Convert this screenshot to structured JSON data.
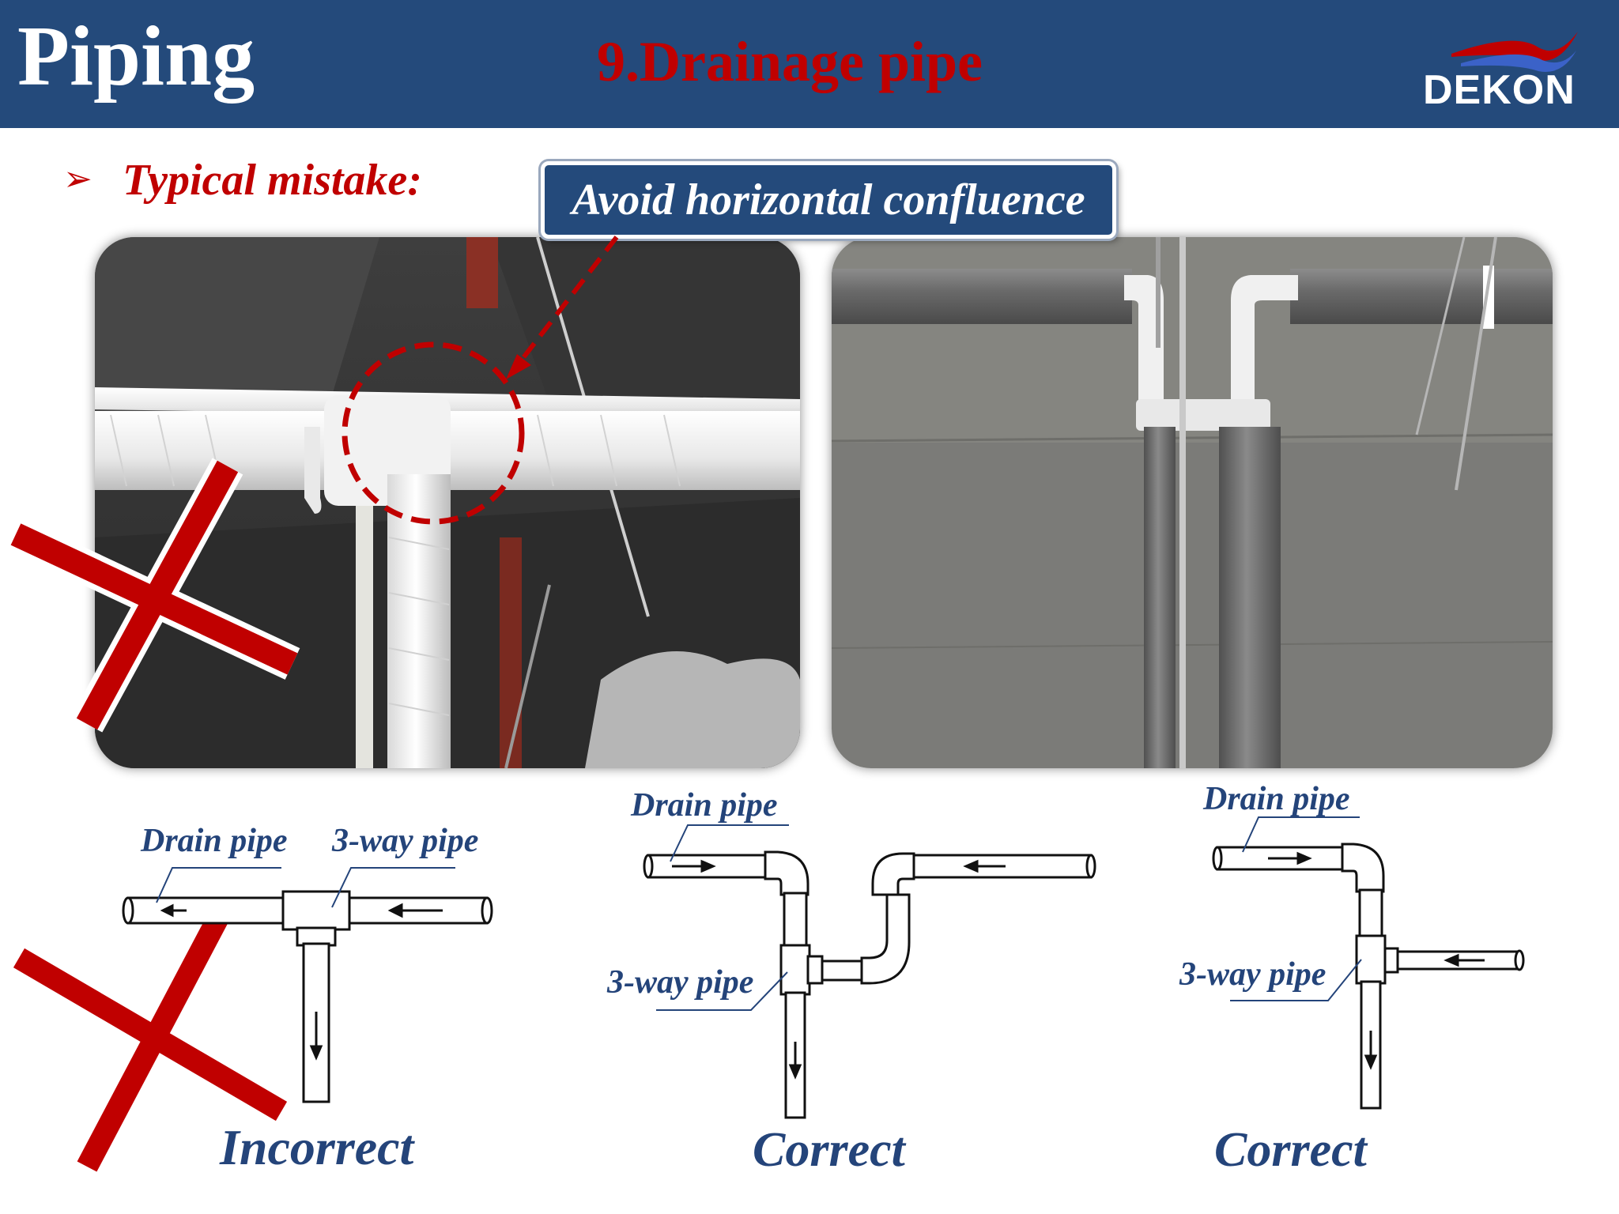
{
  "header": {
    "title": "Piping",
    "slide_title": "9.Drainage pipe",
    "logo_text": "DEKON"
  },
  "bullet": {
    "marker": "➢",
    "text": "Typical mistake:"
  },
  "callout": {
    "text": "Avoid horizontal confluence"
  },
  "diagrams": {
    "incorrect": {
      "drain_label": "Drain pipe",
      "three_way_label": "3-way pipe",
      "verdict": "Incorrect"
    },
    "correct_1": {
      "drain_label": "Drain pipe",
      "three_way_label": "3-way pipe",
      "verdict": "Correct"
    },
    "correct_2": {
      "drain_label": "Drain pipe",
      "three_way_label": "3-way pipe",
      "verdict": "Correct"
    }
  },
  "colors": {
    "header_bg": "#244a7b",
    "title_red": "#c00000",
    "label_blue": "#24447a",
    "cross_red": "#c00000"
  }
}
